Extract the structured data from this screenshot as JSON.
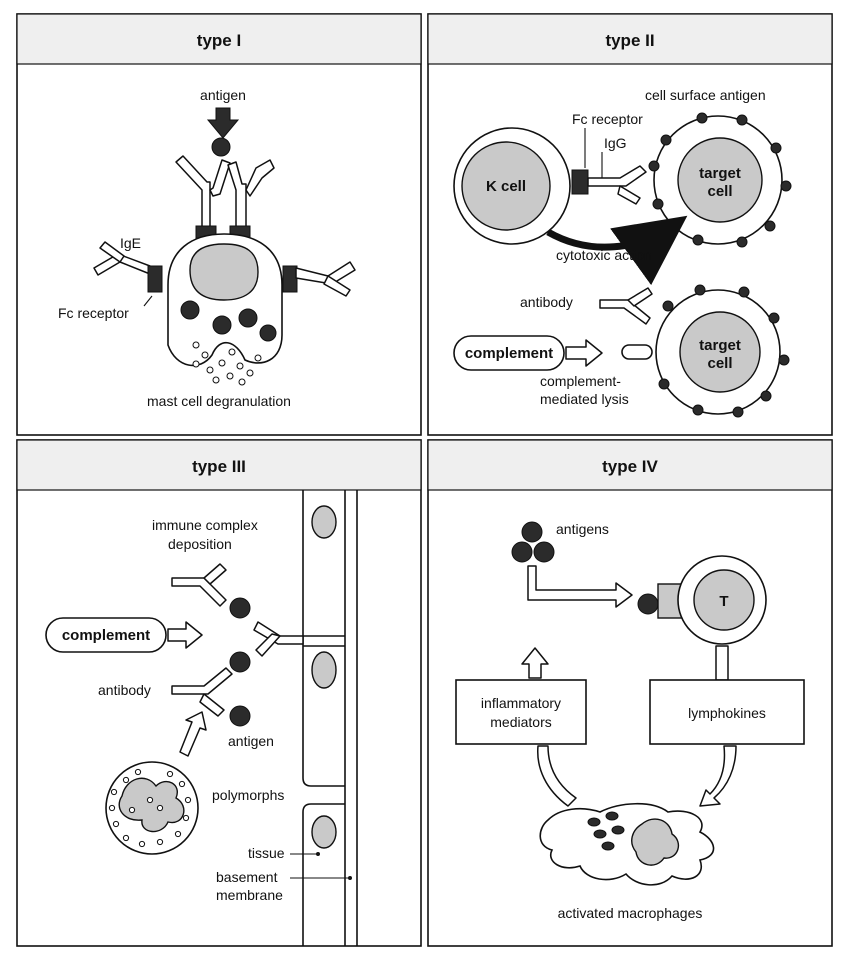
{
  "panels": {
    "type1": {
      "title": "type I",
      "labels": {
        "antigen": "antigen",
        "ige": "IgE",
        "fc_receptor": "Fc receptor",
        "degranulation": "mast cell degranulation"
      }
    },
    "type2": {
      "title": "type II",
      "labels": {
        "cell_surface_antigen": "cell surface antigen",
        "fc_receptor": "Fc receptor",
        "igg": "IgG",
        "k_cell": "K cell",
        "target_cell_1": "target",
        "target_cell_2": "cell",
        "cytotoxic": "cytotoxic action",
        "antibody": "antibody",
        "complement": "complement",
        "lysis_1": "complement-",
        "lysis_2": "mediated lysis"
      }
    },
    "type3": {
      "title": "type III",
      "labels": {
        "immune_complex_1": "immune complex",
        "immune_complex_2": "deposition",
        "complement": "complement",
        "antibody": "antibody",
        "antigen": "antigen",
        "polymorphs": "polymorphs",
        "tissue": "tissue",
        "basement_1": "basement",
        "basement_2": "membrane"
      }
    },
    "type4": {
      "title": "type IV",
      "labels": {
        "antigens": "antigens",
        "t_cell": "T",
        "inflammatory_1": "inflammatory",
        "inflammatory_2": "mediators",
        "lymphokines": "lymphokines",
        "macrophages": "activated macrophages"
      }
    }
  }
}
